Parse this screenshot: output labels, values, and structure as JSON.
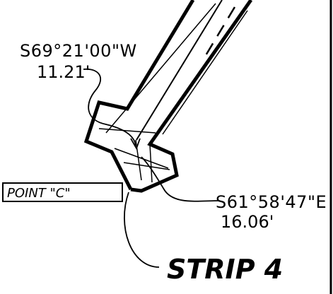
{
  "labels": {
    "bearing_upper": "S69°21'00\"W",
    "distance_upper": "11.21'",
    "bearing_lower": "S61°58'47\"E",
    "distance_lower": "16.06'",
    "point_label": "POINT \"C\"",
    "strip_label": "STRIP 4"
  }
}
